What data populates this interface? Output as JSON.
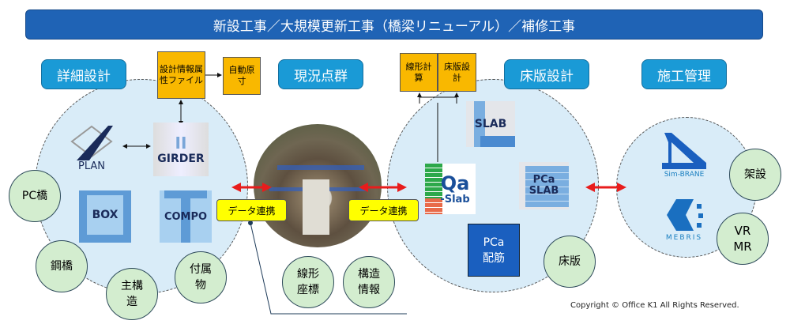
{
  "banner": "新設工事／大規模更新工事（橋梁リニューアル）／補修工事",
  "sections": {
    "detail": "詳細設計",
    "pointcloud": "現況点群",
    "slab": "床版設計",
    "construction": "施工管理"
  },
  "files": {
    "design_info": "設計情報属性ファイル",
    "auto": "自動原寸",
    "alignment": "線形計算",
    "slab_design": "床版設計"
  },
  "logos": {
    "plan": "PLAN",
    "girder": "GIRDER",
    "box": "BOX",
    "compo": "COMPO",
    "slab": "SLAB",
    "qa": "Qa",
    "qa_sub": "-Slab",
    "pca1": "PCa",
    "pca2": "SLAB",
    "pca_rebar": "PCa配筋",
    "simbrane": "Sim-BRANE",
    "mebris": "MEBRIS"
  },
  "link": "データ連携",
  "tags": {
    "pc": "PC橋",
    "steel": "鋼橋",
    "main": "主構造",
    "attach": "付属物",
    "coord": "線形座標",
    "struct": "構造情報",
    "deck": "床版",
    "erect": "架設",
    "vrmr": "VR MR"
  },
  "copyright": "Copyright © Office K1 All Rights Reserved.",
  "colors": {
    "banner": "#1f63b5",
    "label": "#1a9ad6",
    "file": "#f9b800",
    "tag": "#d3edcf",
    "link": "#ffff00",
    "arrow": "#e81c1c"
  }
}
